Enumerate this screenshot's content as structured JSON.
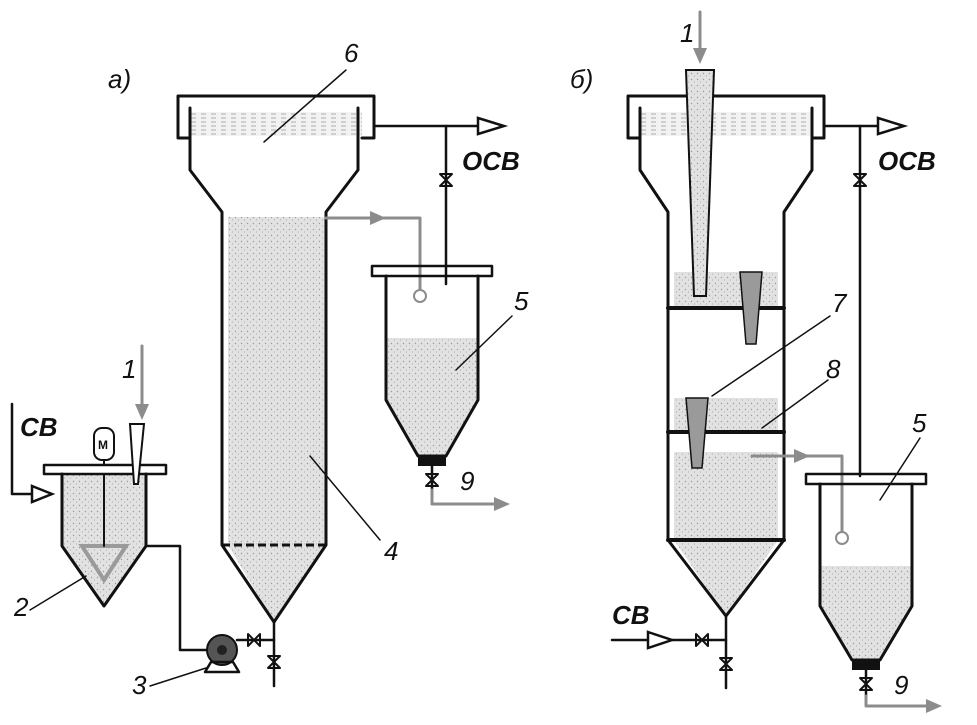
{
  "panels": {
    "a": {
      "title": "а)",
      "labels": {
        "feed": "1",
        "mixer": "2",
        "pump": "3",
        "column": "4",
        "settler": "5",
        "overflow": "6",
        "outlet": "9",
        "water_in": "СВ",
        "water_out": "ОСВ"
      }
    },
    "b": {
      "title": "б)",
      "labels": {
        "feed": "1",
        "settler": "5",
        "cone": "7",
        "plate": "8",
        "outlet": "9",
        "water_in": "СВ",
        "water_out": "ОСВ"
      }
    }
  },
  "colors": {
    "line": "#111111",
    "flow_arrow": "#8c8c8c",
    "fill_sand": "#dcdcdc",
    "cone_fill": "#9a9a9a"
  }
}
